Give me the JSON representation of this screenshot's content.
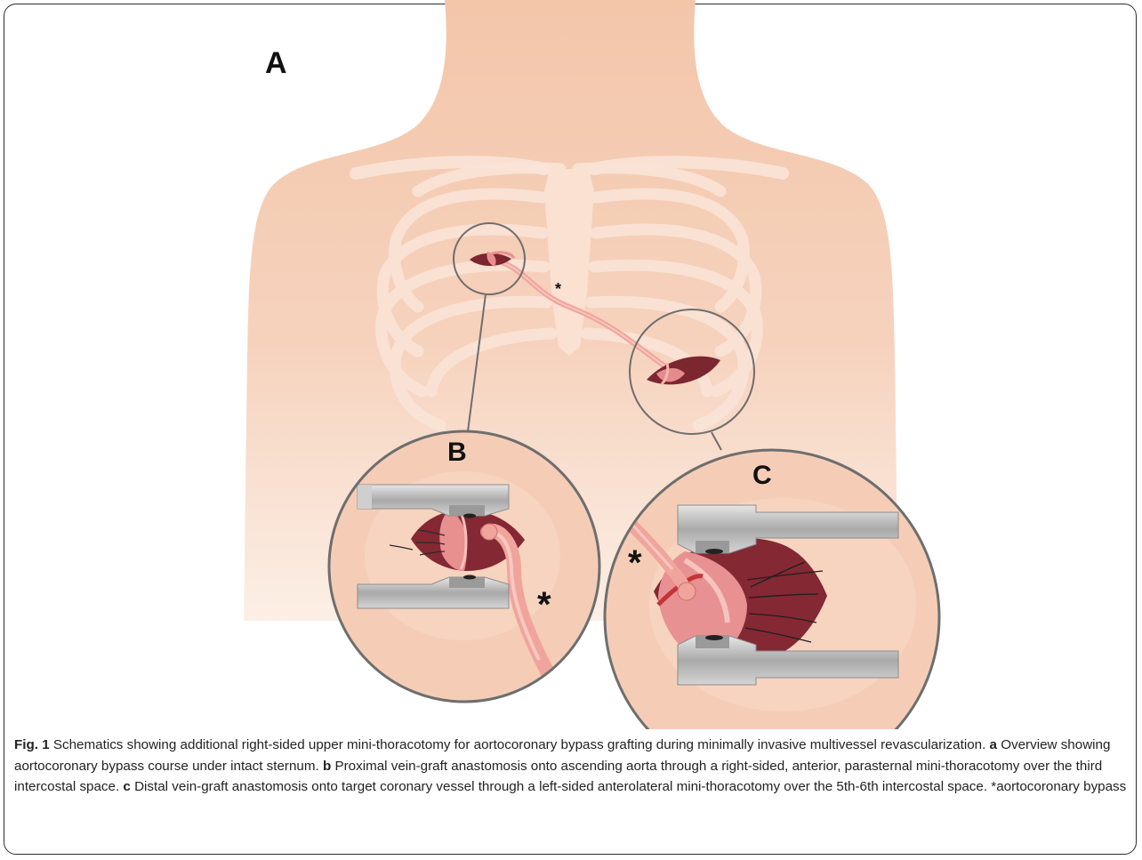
{
  "figure": {
    "panel_labels": {
      "a": "A",
      "b": "B",
      "c": "C"
    },
    "asterisk": "*",
    "colors": {
      "skin": "#f3c8ad",
      "skin_light": "#f8dccb",
      "rib": "#fae3d5",
      "tissue": "#8a2a33",
      "vessel": "#e88f90",
      "graft": "#f1a9a1",
      "retractor": "#b9b9b9",
      "lens_border": "#6e6e6e"
    }
  },
  "caption": {
    "fig_label": "Fig. 1",
    "intro": " Schematics showing additional right-sided upper mini-thoracotomy for aortocoronary bypass grafting during minimally invasive multivessel revascularization. ",
    "a_label": "a",
    "a_text": " Overview showing aortocoronary bypass course under intact sternum. ",
    "b_label": "b",
    "b_text": " Proximal vein-graft anastomosis onto ascending aorta through a right-sided, anterior, parasternal mini-thoracotomy over the third intercostal space. ",
    "c_label": "c",
    "c_text": " Distal vein-graft anastomosis onto target coronary vessel through a left-sided anterolateral mini-thoracotomy over the 5th-6th intercostal space. ",
    "footnote": "*aortocoronary bypass"
  }
}
